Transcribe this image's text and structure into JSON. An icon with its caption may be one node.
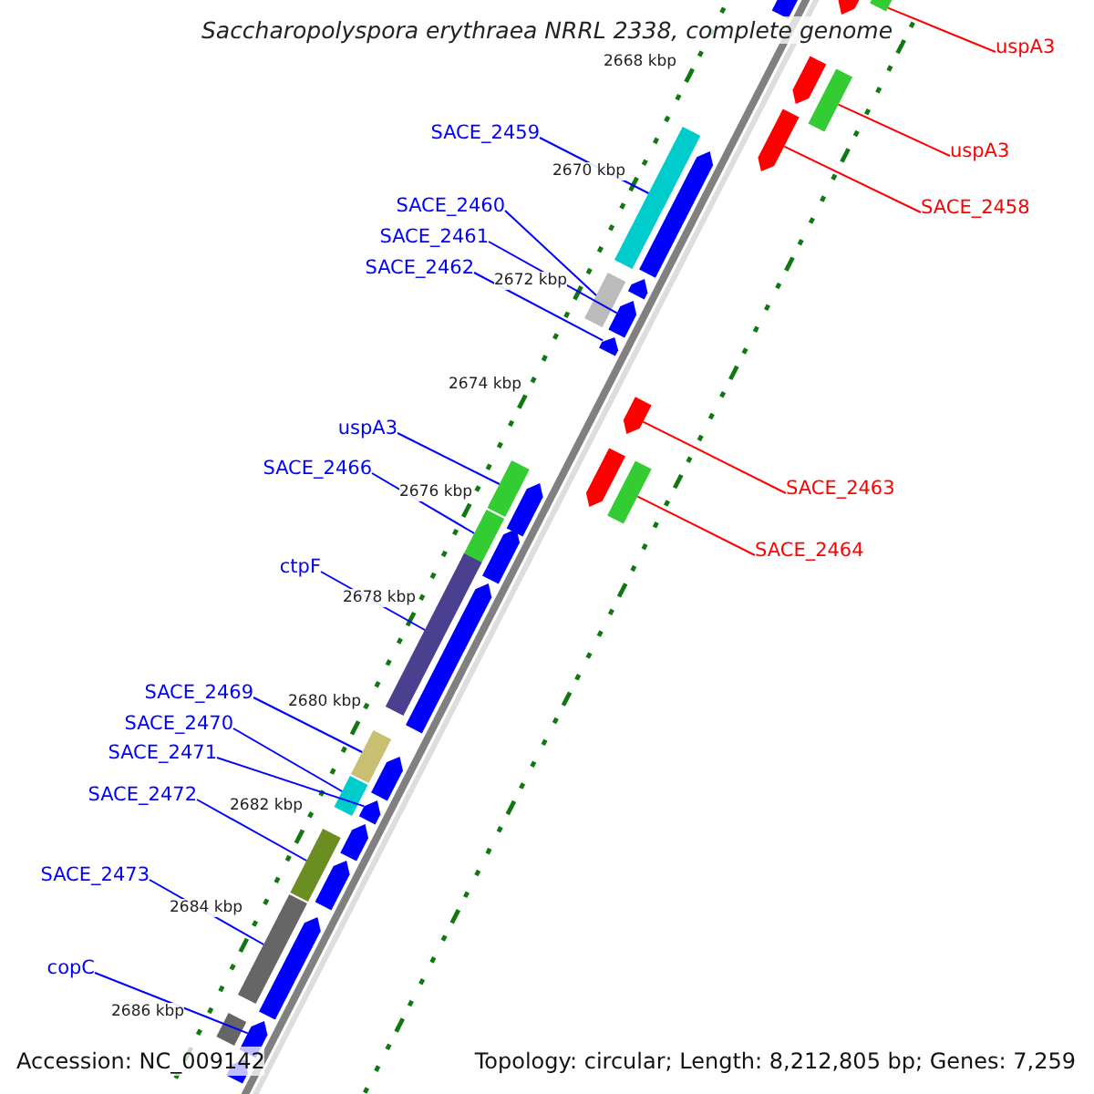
{
  "diagram": {
    "title": "Saccharopolyspora erythraea NRRL 2338, complete genome",
    "nodes": [
      {
        "text": [
          "uspA3"
        ]
      },
      {
        "text": [
          "SACE_2459"
        ]
      },
      {
        "text": [
          "uspA3"
        ]
      },
      {
        "text": [
          "SACE_2460"
        ]
      },
      {
        "text": [
          "SACE_2458"
        ]
      },
      {
        "text": [
          "SACE_2461"
        ]
      },
      {
        "text": [
          "SACE_2462"
        ]
      },
      {
        "text": [
          "uspA3"
        ]
      },
      {
        "text": [
          "SACE_2466"
        ]
      },
      {
        "text": [
          "SACE_2463"
        ]
      },
      {
        "text": [
          "SACE_2464"
        ]
      },
      {
        "text": [
          "ctpF"
        ]
      },
      {
        "text": [
          "SACE_2469"
        ]
      },
      {
        "text": [
          "SACE_2470"
        ]
      },
      {
        "text": [
          "SACE_2471"
        ]
      },
      {
        "text": [
          "SACE_2472"
        ]
      },
      {
        "text": [
          "SACE_2473"
        ]
      },
      {
        "text": [
          "copC"
        ]
      },
      {
        "text": [],
        "shape": "arrow"
      },
      {
        "text": [],
        "shape": "bar"
      },
      {
        "text": [],
        "shape": "arrow"
      },
      {
        "text": [],
        "shape": "arrow"
      },
      {
        "text": [],
        "shape": "bar"
      },
      {
        "text": [],
        "shape": "arrow"
      },
      {
        "text": [],
        "shape": "bar"
      },
      {
        "text": [],
        "shape": "arrow"
      },
      {
        "text": [],
        "shape": "bar"
      },
      {
        "text": [],
        "shape": "arrow"
      },
      {
        "text": [],
        "shape": "arrow"
      },
      {
        "text": [],
        "shape": "arrow"
      },
      {
        "text": [],
        "shape": "arrow"
      },
      {
        "text": [],
        "shape": "arrow"
      },
      {
        "text": [],
        "shape": "bar"
      },
      {
        "text": [],
        "shape": "bar"
      },
      {
        "text": [],
        "shape": "arrow"
      },
      {
        "text": [],
        "shape": "bar"
      },
      {
        "text": [],
        "shape": "arrow"
      },
      {
        "text": [],
        "shape": "bar"
      },
      {
        "text": [],
        "shape": "arrow"
      },
      {
        "text": [],
        "shape": "bar"
      },
      {
        "text": [],
        "shape": "arrow"
      },
      {
        "text": [],
        "shape": "bar"
      },
      {
        "text": [],
        "shape": "arrow"
      },
      {
        "text": [],
        "shape": "arrow"
      },
      {
        "text": [],
        "shape": "bar"
      },
      {
        "text": [],
        "shape": "arrow"
      },
      {
        "text": [],
        "shape": "bar"
      },
      {
        "text": [],
        "shape": "arrow"
      },
      {
        "text": [],
        "shape": "arrow"
      },
      {
        "text": [],
        "shape": "arrow"
      },
      {
        "text": [],
        "shape": "bar"
      }
    ],
    "edges": [
      {
        "from": 0,
        "to": 19,
        "arrow": "none",
        "color": "#ff0000"
      },
      {
        "from": 1,
        "to": 24,
        "arrow": "none"
      },
      {
        "from": 2,
        "to": 22,
        "arrow": "none",
        "color": "#ff0000"
      },
      {
        "from": 3,
        "to": 26,
        "arrow": "none"
      },
      {
        "from": 4,
        "to": 23,
        "arrow": "none",
        "color": "#ff0000"
      },
      {
        "from": 5,
        "to": 28,
        "arrow": "none"
      },
      {
        "from": 6,
        "to": 29,
        "arrow": "none"
      },
      {
        "from": 7,
        "to": 32,
        "arrow": "none"
      },
      {
        "from": 8,
        "to": 35,
        "arrow": "none"
      },
      {
        "from": 9,
        "to": 30,
        "arrow": "none",
        "color": "#ff0000"
      },
      {
        "from": 10,
        "to": 33,
        "arrow": "none",
        "color": "#ff0000"
      },
      {
        "from": 11,
        "to": 37,
        "arrow": "none"
      },
      {
        "from": 12,
        "to": 39,
        "arrow": "none"
      },
      {
        "from": 13,
        "to": 41,
        "arrow": "none"
      },
      {
        "from": 14,
        "to": 42,
        "arrow": "none"
      },
      {
        "from": 15,
        "to": 44,
        "arrow": "none"
      },
      {
        "from": 16,
        "to": 46,
        "arrow": "none"
      },
      {
        "from": 17,
        "to": 48,
        "arrow": "none"
      }
    ],
    "labels": [
      "2668 kbp",
      "2670 kbp",
      "2672 kbp",
      "2674 kbp",
      "2676 kbp",
      "2678 kbp",
      "2680 kbp",
      "2682 kbp",
      "2684 kbp",
      "2686 kbp",
      "Accession: NC_009142",
      "Topology: circular; Length: 8,212,805 bp; Genes: 7,259"
    ]
  }
}
